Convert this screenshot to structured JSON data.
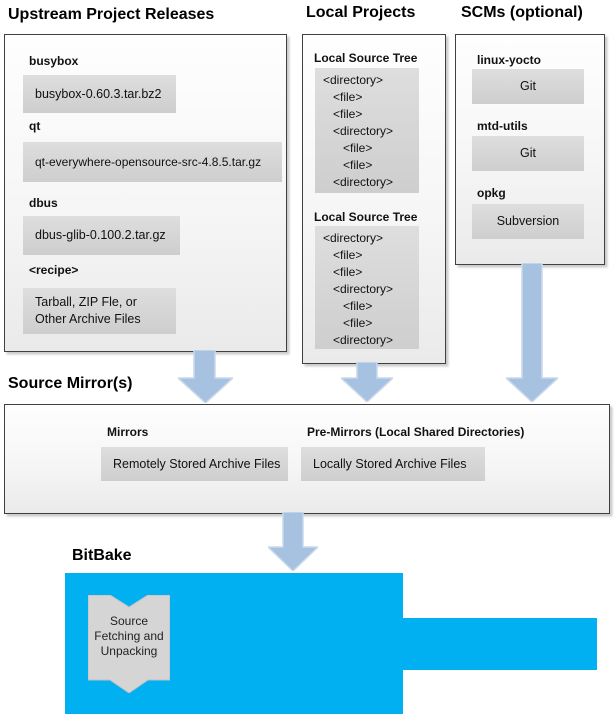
{
  "headings": {
    "upstream": "Upstream Project Releases",
    "local": "Local Projects",
    "scms": "SCMs (optional)",
    "source_mirrors": "Source Mirror(s)",
    "bitbake": "BitBake"
  },
  "upstream": {
    "items": [
      {
        "label": "busybox",
        "value": "busybox-0.60.3.tar.bz2"
      },
      {
        "label": "qt",
        "value": "qt-everywhere-opensource-src-4.8.5.tar.gz"
      },
      {
        "label": "dbus",
        "value": "dbus-glib-0.100.2.tar.gz"
      },
      {
        "label": "<recipe>",
        "value": "Tarball, ZIP Fle, or\nOther Archive Files"
      }
    ]
  },
  "local_projects": {
    "sections": [
      {
        "title": "Local Source Tree",
        "tree": "<directory>\n   <file>\n   <file>\n   <directory>\n      <file>\n      <file>\n   <directory>"
      },
      {
        "title": "Local Source Tree",
        "tree": "<directory>\n   <file>\n   <file>\n   <directory>\n      <file>\n      <file>\n   <directory>"
      }
    ]
  },
  "scms": {
    "items": [
      {
        "label": "linux-yocto",
        "value": "Git"
      },
      {
        "label": "mtd-utils",
        "value": "Git"
      },
      {
        "label": "opkg",
        "value": "Subversion"
      }
    ]
  },
  "source_mirrors": {
    "items": [
      {
        "label": "Mirrors",
        "value": "Remotely Stored Archive Files"
      },
      {
        "label": "Pre-Mirrors (Local Shared Directories)",
        "value": "Locally Stored Archive Files"
      }
    ]
  },
  "bitbake": {
    "ribbon": "Source\nFetching and\nUnpacking"
  },
  "colors": {
    "bitbake_cyan": "#00b0f0",
    "arrow_blue": "#a6c2e0",
    "panel_border": "#404040",
    "inner_box_gray": "#d6d6d6"
  }
}
